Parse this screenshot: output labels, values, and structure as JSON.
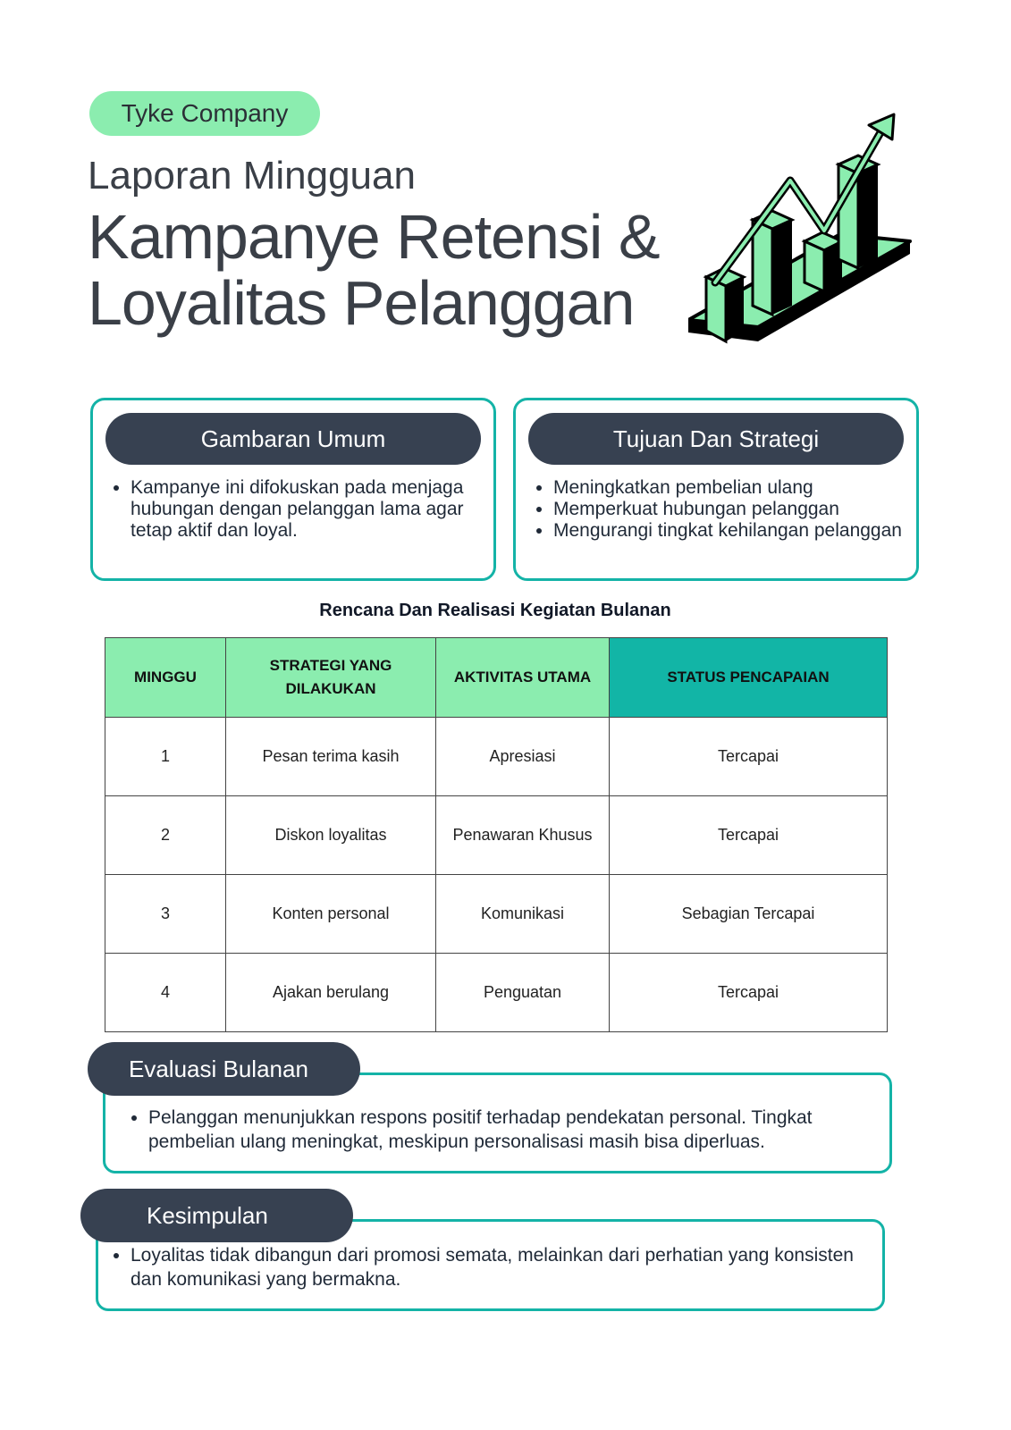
{
  "header": {
    "company": "Tyke Company",
    "subtitle": "Laporan Mingguan",
    "title_line1": "Kampanye Retensi &",
    "title_line2": "Loyalitas Pelanggan"
  },
  "colors": {
    "mint": "#8bedaf",
    "teal": "#14b3a7",
    "dark": "#374151"
  },
  "overview": {
    "heading": "Gambaran Umum",
    "items": [
      "Kampanye ini difokuskan pada menjaga hubungan dengan pelanggan lama agar tetap aktif dan loyal."
    ]
  },
  "goals": {
    "heading": "Tujuan Dan Strategi",
    "items": [
      "Meningkatkan pembelian ulang",
      "Memperkuat hubungan pelanggan",
      "Mengurangi tingkat kehilangan pelanggan"
    ]
  },
  "table": {
    "title": "Rencana Dan Realisasi Kegiatan Bulanan",
    "headers": [
      "MINGGU",
      "STRATEGI YANG DILAKUKAN",
      "AKTIVITAS UTAMA",
      "STATUS PENCAPAIAN"
    ],
    "rows": [
      [
        "1",
        "Pesan terima kasih",
        "Apresiasi",
        "Tercapai"
      ],
      [
        "2",
        "Diskon loyalitas",
        "Penawaran Khusus",
        "Tercapai"
      ],
      [
        "3",
        "Konten personal",
        "Komunikasi",
        "Sebagian Tercapai"
      ],
      [
        "4",
        "Ajakan berulang",
        "Penguatan",
        "Tercapai"
      ]
    ]
  },
  "evaluation": {
    "heading": "Evaluasi Bulanan",
    "items": [
      "Pelanggan menunjukkan respons positif terhadap pendekatan personal. Tingkat pembelian ulang meningkat, meskipun personalisasi masih bisa diperluas."
    ]
  },
  "conclusion": {
    "heading": "Kesimpulan",
    "items": [
      "Loyalitas tidak dibangun dari promosi semata, melainkan dari perhatian yang konsisten dan komunikasi yang bermakna."
    ]
  }
}
